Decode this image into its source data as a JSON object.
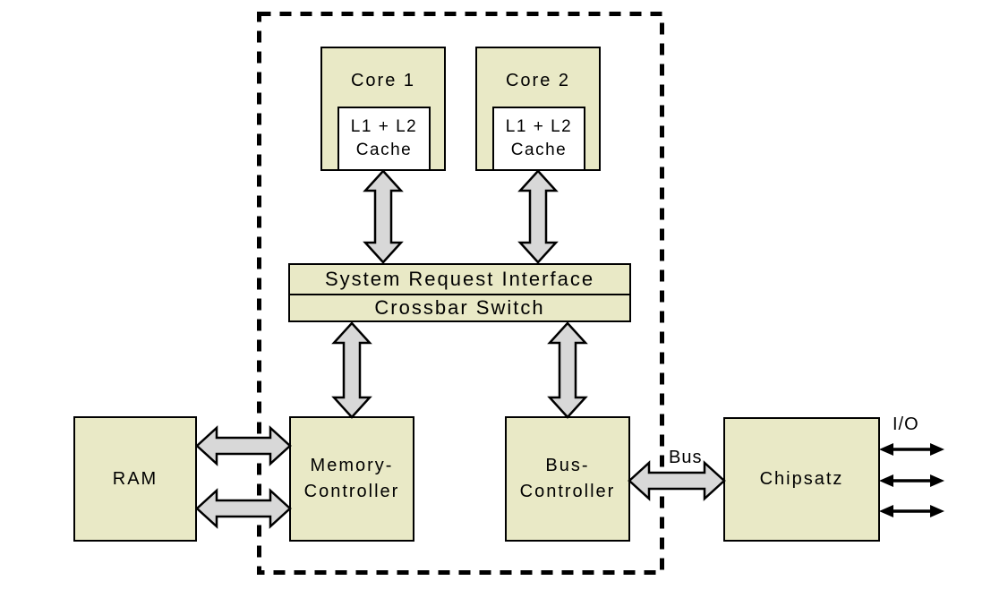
{
  "cpu_package": {
    "core1": {
      "label": "Core 1",
      "cache": {
        "line1": "L1 + L2",
        "line2": "Cache"
      }
    },
    "core2": {
      "label": "Core 2",
      "cache": {
        "line1": "L1 + L2",
        "line2": "Cache"
      }
    },
    "system_request_interface": {
      "label": "System Request Interface"
    },
    "crossbar_switch": {
      "label": "Crossbar Switch"
    },
    "memory_controller": {
      "line1": "Memory-",
      "line2": "Controller"
    },
    "bus_controller": {
      "line1": "Bus-",
      "line2": "Controller"
    }
  },
  "external": {
    "ram": {
      "label": "RAM"
    },
    "chipset": {
      "label": "Chipsatz"
    },
    "bus_arrow_label": "Bus",
    "io_label": "I/O"
  },
  "colors": {
    "node_fill": "#e9e9c6",
    "cache_fill": "#ffffff",
    "arrow_fill": "#d8d8d8",
    "io_arrow_fill": "#000000",
    "outline": "#000000",
    "background": "#ffffff"
  }
}
